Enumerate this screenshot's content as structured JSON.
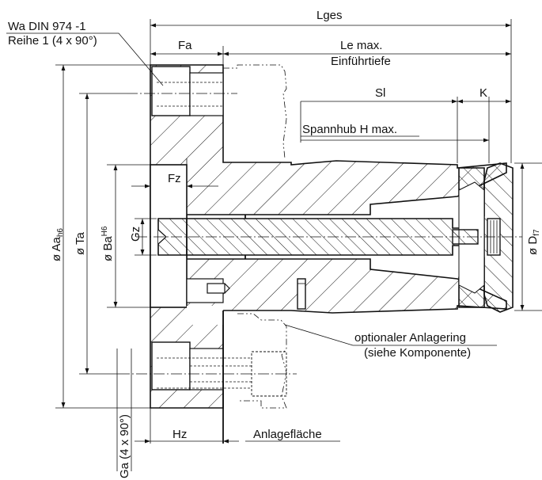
{
  "labels": {
    "wa_din": "Wa DIN 974 -1",
    "reihe": "Reihe 1 (4 x 90°)",
    "lges": "Lges",
    "fa": "Fa",
    "le_max": "Le max.",
    "einfuehrtiefe": "Einführtiefe",
    "sl": "Sl",
    "k": "K",
    "spannhub": "Spannhub H max.",
    "fz": "Fz",
    "gz": "Gz",
    "d_prefix": "ø D",
    "d_sub": "f7",
    "aa_prefix": "ø Aa",
    "aa_sub": "h6",
    "ta": "ø Ta",
    "ba_prefix": "ø Ba",
    "ba_sup": "H6",
    "anlagering_1": "optionaler Anlagering",
    "anlagering_2": "(siehe Komponente)",
    "hz": "Hz",
    "anlageflaeche": "Anlagefläche",
    "ga": "Ga (4 x 90°)"
  }
}
